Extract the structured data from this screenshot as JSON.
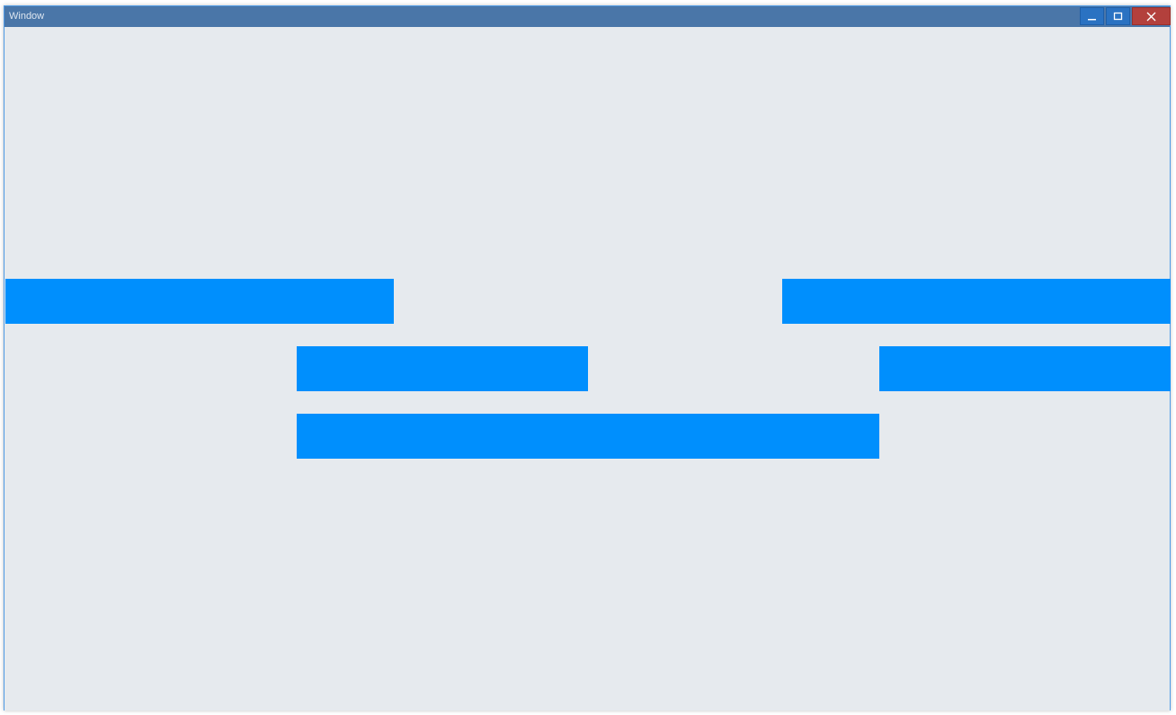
{
  "window": {
    "title": "Window",
    "controls": {
      "minimize_icon": "minimize-icon",
      "maximize_icon": "maximize-icon",
      "close_icon": "close-icon"
    }
  },
  "colors": {
    "titlebar": "#4a76a8",
    "client_background": "#e6eaee",
    "bar_fill": "#008ffd",
    "close_button": "#b3403c",
    "control_button": "#2a72c2"
  },
  "bars": [
    {
      "name": "blue-bar-1"
    },
    {
      "name": "blue-bar-2"
    },
    {
      "name": "blue-bar-3"
    },
    {
      "name": "blue-bar-4"
    },
    {
      "name": "blue-bar-5"
    }
  ]
}
